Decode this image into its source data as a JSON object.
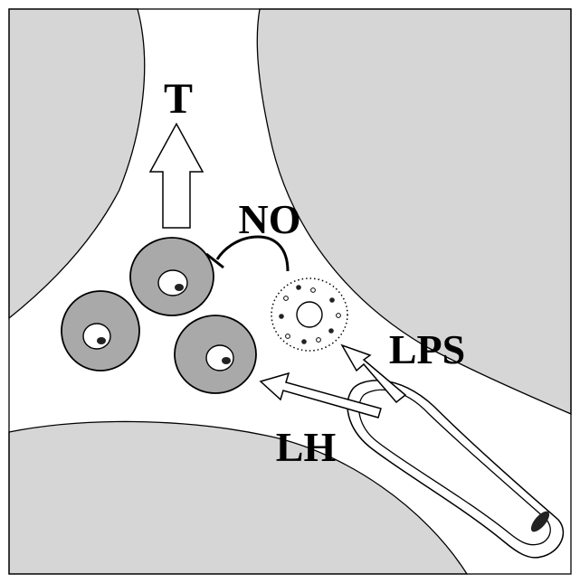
{
  "labels": {
    "t": "T",
    "no": "NO",
    "lps": "LPS",
    "lh": "LH"
  },
  "colors": {
    "tissue": "#d6d6d6",
    "interstitium": "#ffffff",
    "leydig_cytoplasm": "#a9a9a9",
    "outline": "#000000"
  },
  "icons": {
    "leydig_cell": "leydig-cell-icon",
    "macrophage": "macrophage-icon",
    "blood_vessel": "blood-vessel-icon",
    "stimulation_arrow": "hollow-arrow-icon",
    "inhibition": "inhibition-bar-icon"
  }
}
